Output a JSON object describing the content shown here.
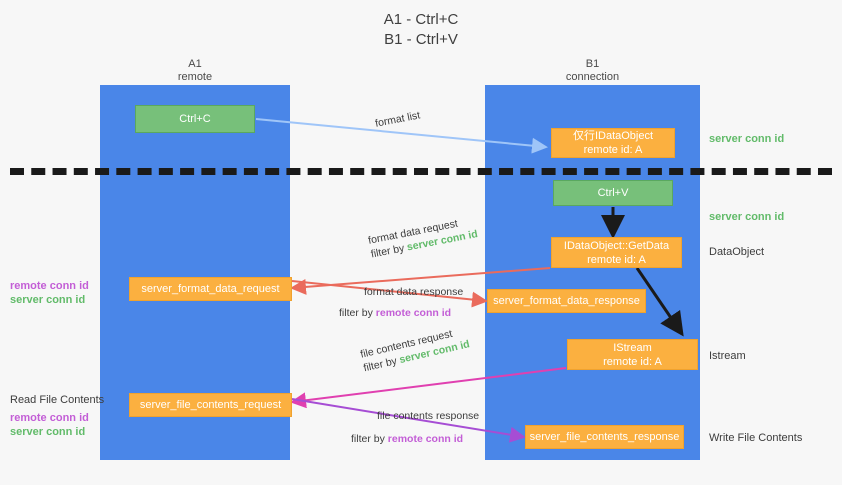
{
  "title": {
    "line1": "A1 - Ctrl+C",
    "line2": "B1 - Ctrl+V"
  },
  "lanes": [
    {
      "id": "a1",
      "name": "A1",
      "role": "remote"
    },
    {
      "id": "b1",
      "name": "B1",
      "role": "connection"
    }
  ],
  "colors": {
    "lane": "#4a86e8",
    "green_box": "#77c07a",
    "orange_box": "#fbb040",
    "green_text": "#62bb6a",
    "purple_text": "#c35ed6",
    "blue_arrow": "#9fc5f8",
    "red_arrow": "#ea6b5c",
    "magenta_arrow": "#e040b0",
    "purple_arrow": "#a64dd4",
    "black_arrow": "#1a1a1a",
    "background": "#f7f7f7"
  },
  "nodes": {
    "ctrl_c": {
      "label": "Ctrl+C"
    },
    "data_object_top": {
      "line1": "仅行IDataObject",
      "line2": "remote id: A"
    },
    "ctrl_v": {
      "label": "Ctrl+V"
    },
    "get_data": {
      "line1": "IDataObject::GetData",
      "line2": "remote id: A"
    },
    "server_format_data_request": {
      "label": "server_format_data_request"
    },
    "server_format_data_response": {
      "label": "server_format_data_response"
    },
    "istream": {
      "line1": "IStream",
      "line2": "remote id: A"
    },
    "server_file_contents_request": {
      "label": "server_file_contents_request"
    },
    "server_file_contents_response": {
      "label": "server_file_contents_response"
    }
  },
  "right_labels": {
    "server_conn_id_1": "server conn id",
    "server_conn_id_2": "server conn id",
    "data_object": "DataObject",
    "istream": "Istream",
    "write_file_contents": "Write File Contents"
  },
  "left_labels": {
    "remote_conn_id_1": "remote conn id",
    "server_conn_id_1": "server conn id",
    "read_file_contents": "Read File Contents",
    "remote_conn_id_2": "remote conn id",
    "server_conn_id_2": "server conn id"
  },
  "edges": [
    {
      "id": "format-list",
      "caption": "format list",
      "filter_prefix": "",
      "filter_value": "",
      "color": "#9fc5f8"
    },
    {
      "id": "format-data-request",
      "caption": "format data request",
      "filter_prefix": "filter by ",
      "filter_value": "server conn id",
      "filter_color": "green",
      "color": "#ea6b5c"
    },
    {
      "id": "format-data-response",
      "caption": "format data response",
      "filter_prefix": "filter by ",
      "filter_value": "remote conn id",
      "filter_color": "purple",
      "color": "#ea6b5c"
    },
    {
      "id": "file-contents-request",
      "caption": "file contents request",
      "filter_prefix": "filter by ",
      "filter_value": "server conn id",
      "filter_color": "green",
      "color": "#e040b0"
    },
    {
      "id": "file-contents-response",
      "caption": "file contents response",
      "filter_prefix": "filter by ",
      "filter_value": "remote conn id",
      "filter_color": "purple",
      "color": "#a64dd4"
    }
  ]
}
